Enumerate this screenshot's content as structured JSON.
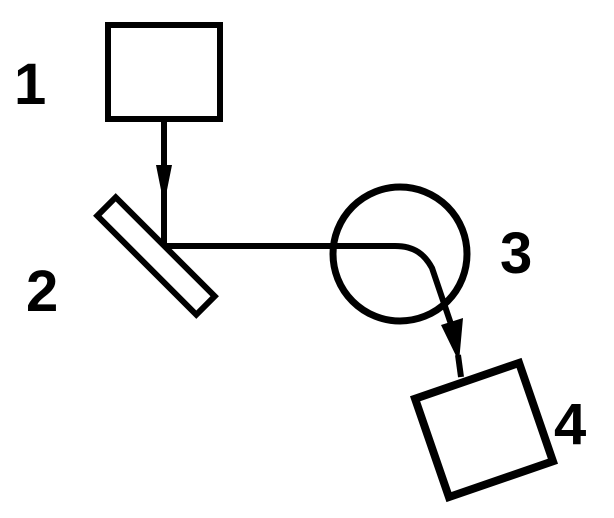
{
  "colors": {
    "stroke": "#000000",
    "background": "#ffffff"
  },
  "labels": {
    "source": "1",
    "mirror": "2",
    "ring": "3",
    "detector": "4"
  }
}
